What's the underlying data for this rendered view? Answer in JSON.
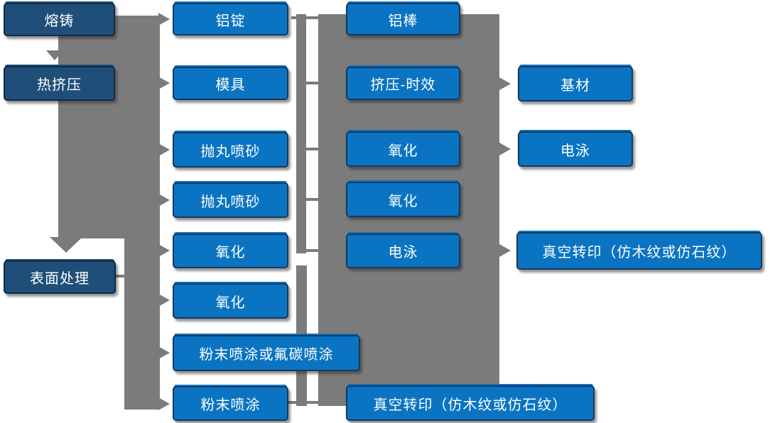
{
  "colors": {
    "dark_box": "#1F4E79",
    "light_box": "#0B74C2",
    "connector_gray": "#7B7B7B",
    "text": "#FFFFFF"
  },
  "nodes": {
    "melt_cast": "熔铸",
    "hot_extrusion": "热挤压",
    "surface_treatment": "表面处理",
    "al_ingot": "铝锭",
    "mold": "模具",
    "shot_blast_1": "抛丸喷砂",
    "shot_blast_2": "抛丸喷砂",
    "oxidation_c2_1": "氧化",
    "oxidation_c2_2": "氧化",
    "powder_or_fluorocarbon": "粉末喷涂或氟碳喷涂",
    "powder_coating": "粉末喷涂",
    "al_rod": "铝棒",
    "extrusion_aging": "挤压-时效",
    "oxidation_c3_1": "氧化",
    "oxidation_c3_2": "氧化",
    "electrophoresis_c3": "电泳",
    "vacuum_transfer_c3": "真空转印（仿木纹或仿石纹）",
    "substrate": "基材",
    "electrophoresis_c4": "电泳",
    "vacuum_transfer_c4": "真空转印（仿木纹或仿石纹）"
  }
}
